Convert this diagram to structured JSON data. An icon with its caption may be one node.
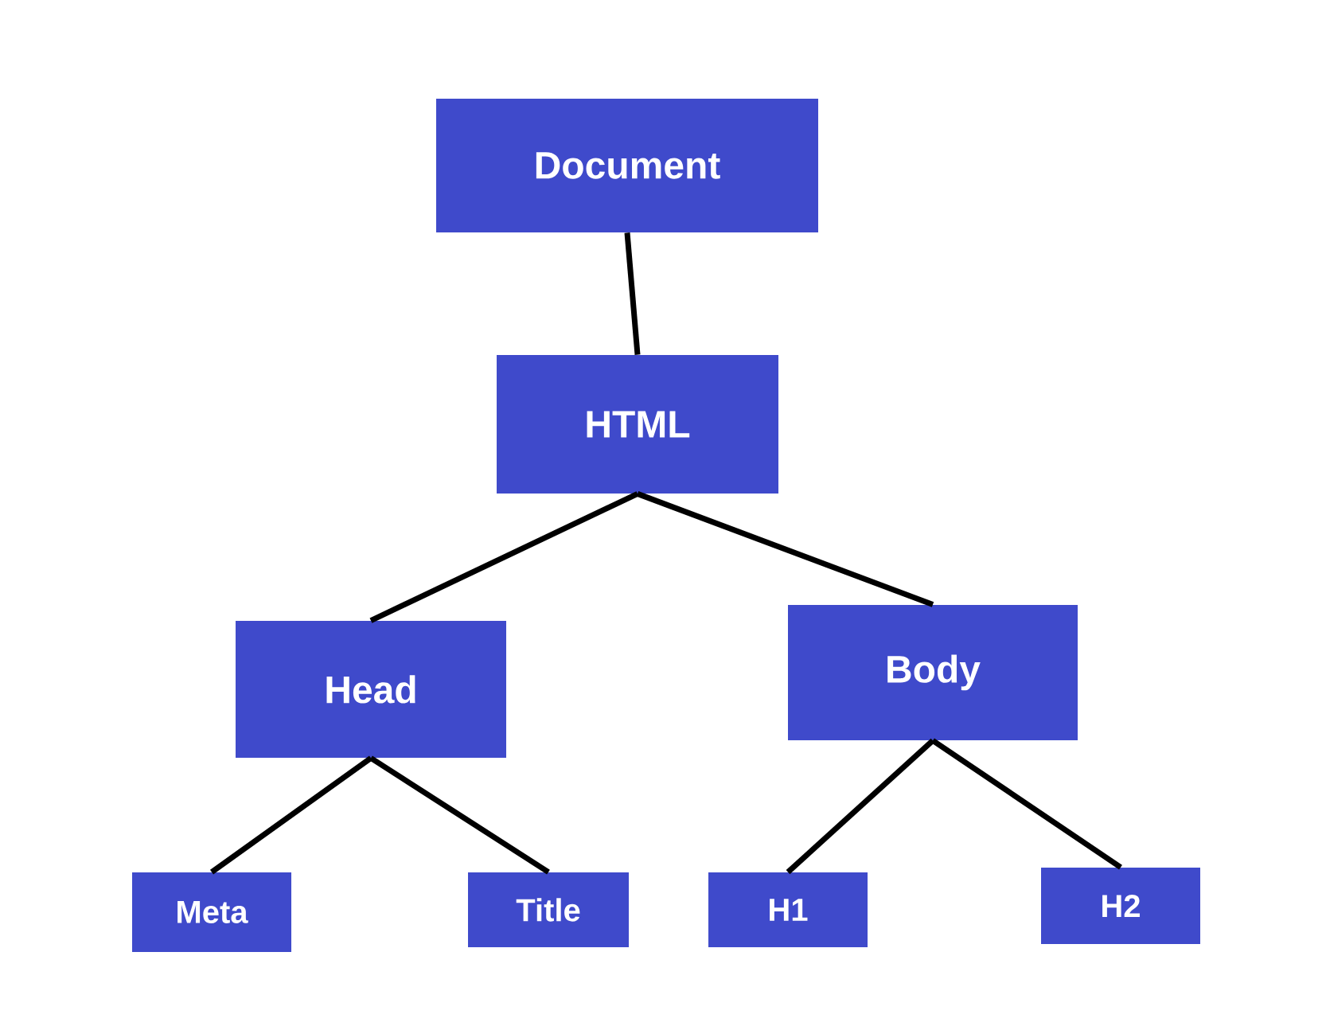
{
  "diagram": {
    "nodes": [
      {
        "text": [
          "Document"
        ]
      },
      {
        "text": [
          "HTML"
        ]
      },
      {
        "text": [
          "Head"
        ]
      },
      {
        "text": [
          "Body"
        ]
      },
      {
        "text": [
          "Meta"
        ]
      },
      {
        "text": [
          "Title"
        ]
      },
      {
        "text": [
          "H1"
        ]
      },
      {
        "text": [
          "H2"
        ]
      }
    ],
    "edges": [
      {
        "from": 0,
        "to": 1,
        "arrow": "none"
      },
      {
        "from": 1,
        "to": 2,
        "arrow": "none"
      },
      {
        "from": 1,
        "to": 3,
        "arrow": "none"
      },
      {
        "from": 2,
        "to": 4,
        "arrow": "none"
      },
      {
        "from": 2,
        "to": 5,
        "arrow": "none"
      },
      {
        "from": 3,
        "to": 6,
        "arrow": "none"
      },
      {
        "from": 3,
        "to": 7,
        "arrow": "none"
      }
    ]
  }
}
